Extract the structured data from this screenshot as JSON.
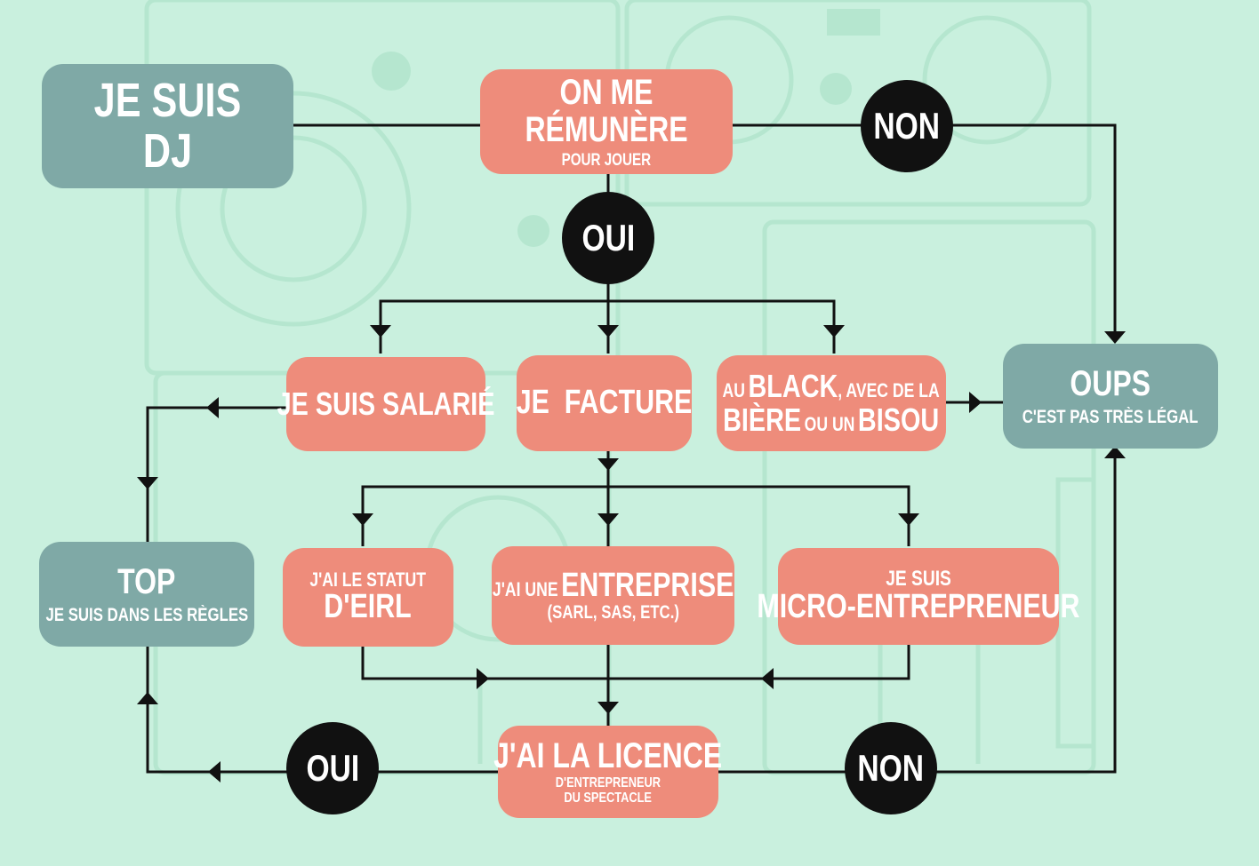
{
  "theme": {
    "background": "#c9f0de",
    "salmon": "#ee8c7b",
    "slate": "#7fa9a6",
    "line": "#111111",
    "text": "#ffffff"
  },
  "nodes": {
    "je_suis_dj": "JE SUIS DJ",
    "remunere": {
      "title": "ON ME RÉMUNÈRE",
      "sub": "POUR JOUER"
    },
    "salarie": "JE SUIS SALARIÉ",
    "facture": "JE  FACTURE",
    "black": {
      "w1": "AU",
      "w2": "BLACK",
      "w3": ", AVEC DE LA",
      "w4": "BIÈRE",
      "w5": "OU UN",
      "w6": "BISOU"
    },
    "oups": {
      "title": "OUPS",
      "sub": "C'EST PAS TRÈS LÉGAL"
    },
    "top": {
      "title": "TOP",
      "sub": "JE SUIS DANS LES RÈGLES"
    },
    "eirl": {
      "line1": "J'AI LE STATUT",
      "line2": "D'EIRL"
    },
    "entreprise": {
      "pre": "J'AI UNE",
      "word": "ENTREPRISE",
      "sub": "(SARL, SAS, ETC.)"
    },
    "micro": {
      "line1": "JE SUIS",
      "line2": "MICRO-ENTREPRENEUR"
    },
    "licence": {
      "title": "J'AI LA LICENCE",
      "sub1": "D'ENTREPRENEUR",
      "sub2": "DU SPECTACLE"
    }
  },
  "decisions": {
    "non_top": "NON",
    "oui_top": "OUI",
    "oui_bottom": "OUI",
    "non_bottom": "NON"
  }
}
